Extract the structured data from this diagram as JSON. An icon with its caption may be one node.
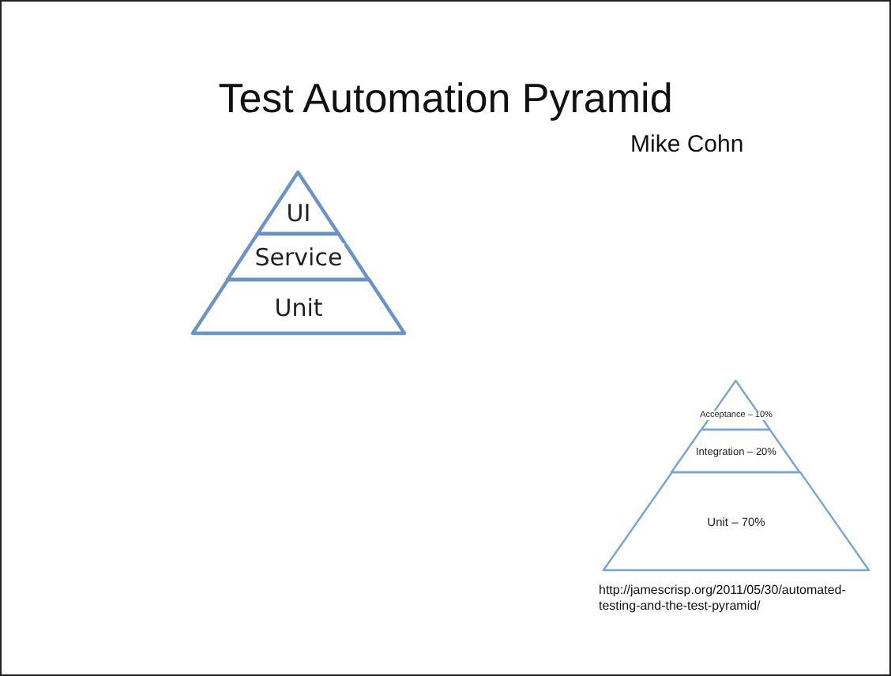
{
  "diagram": {
    "title": "Test Automation Pyramid",
    "nodes": [
      {
        "text": [
          "UI"
        ]
      },
      {
        "text": [
          "Service"
        ]
      },
      {
        "text": [
          "Unit"
        ]
      },
      {
        "text": [
          "Acceptance – 10%"
        ]
      },
      {
        "text": [
          "Integration – 20%"
        ]
      },
      {
        "text": [
          "Unit – 70%"
        ]
      }
    ],
    "labels": [
      "Mike Cohn",
      "http://jamescrisp.org/2011/05/30/automated-testing-and-the-test-pyramid/"
    ]
  }
}
